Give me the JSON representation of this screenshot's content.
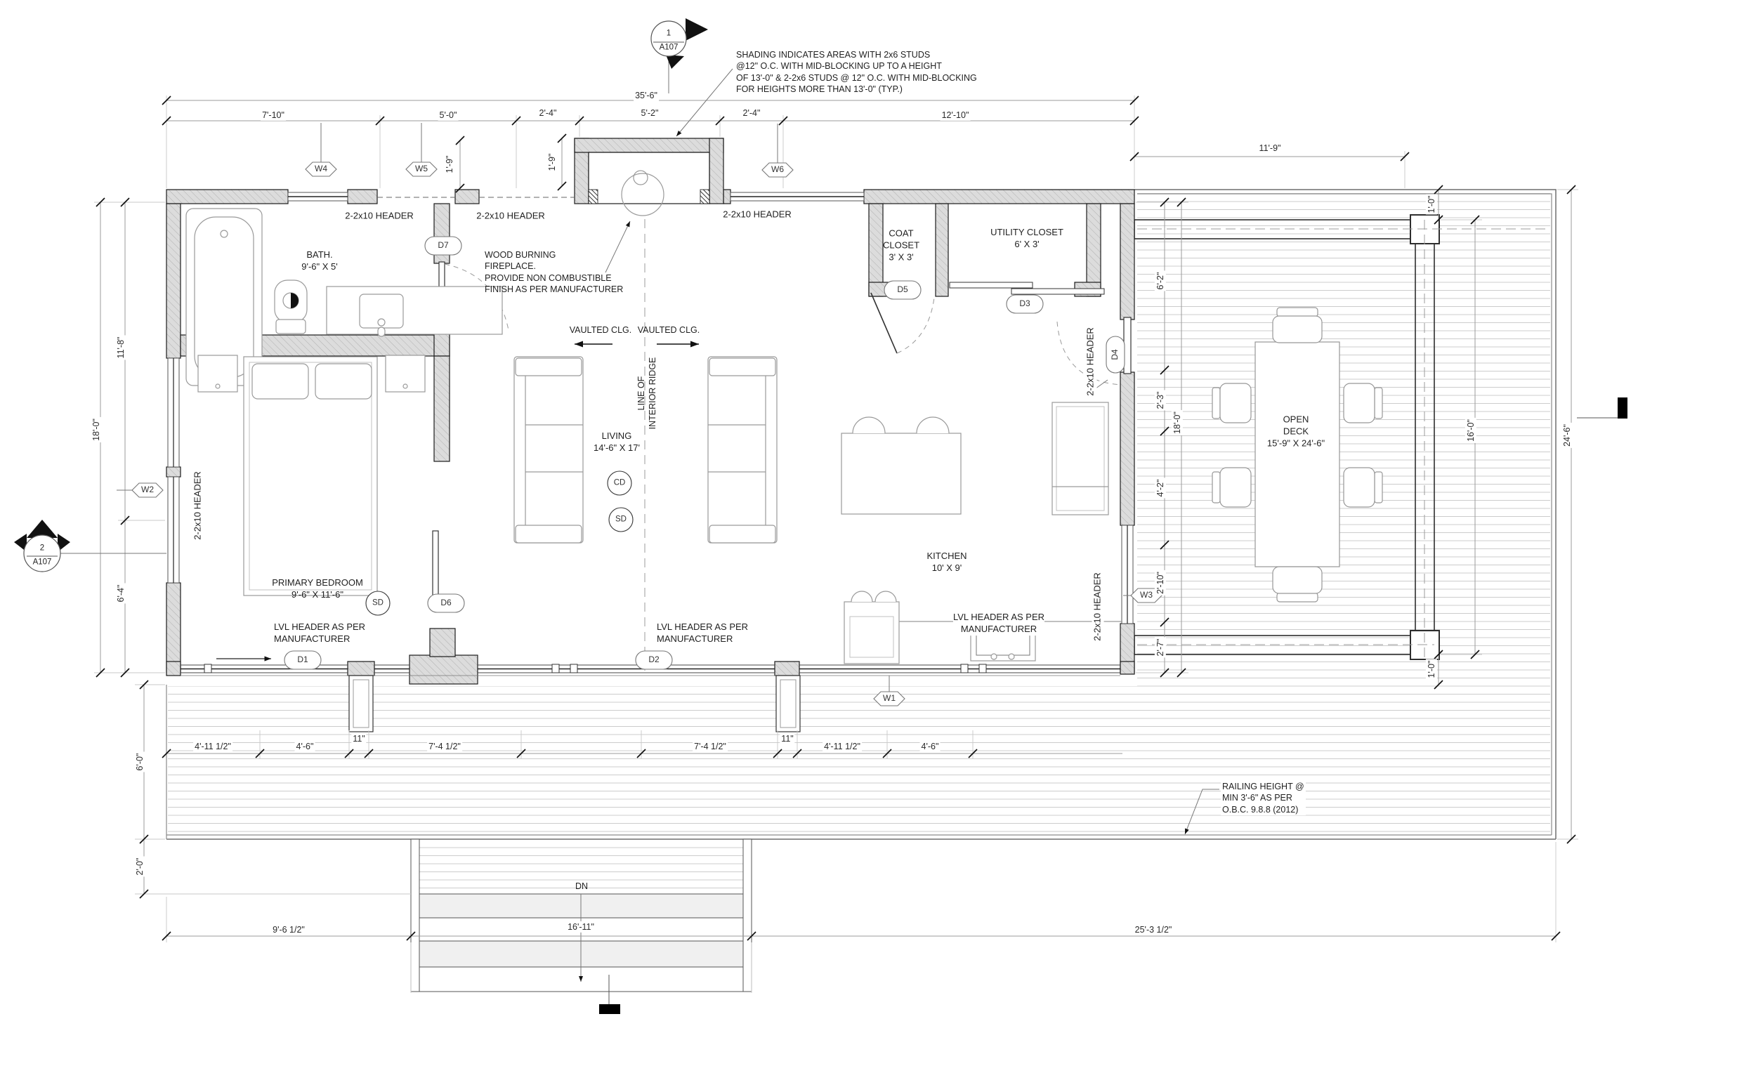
{
  "notes": {
    "shading1": "SHADING INDICATES AREAS WITH 2x6 STUDS",
    "shading2": "@12\" O.C. WITH MID-BLOCKING UP TO A HEIGHT",
    "shading3": "OF 13'-0\" & 2-2x6 STUDS @ 12\" O.C. WITH MID-BLOCKING",
    "shading4": "FOR HEIGHTS MORE THAN 13'-0\" (TYP.)",
    "fireplace1": "WOOD BURNING",
    "fireplace2": "FIREPLACE.",
    "fireplace3": "PROVIDE NON COMBUSTIBLE",
    "fireplace4": "FINISH AS PER MANUFACTURER",
    "railing1": "RAILING HEIGHT @",
    "railing2": "MIN 3'-6\" AS PER",
    "railing3": "O.B.C. 9.8.8 (2012)",
    "vaulted": "VAULTED CLG.",
    "ridge1": "LINE OF",
    "ridge2": "INTERIOR RIDGE",
    "dn": "DN"
  },
  "rooms": {
    "bath_name": "BATH.",
    "bath_size": "9'-6\" X 5'",
    "bedroom_name": "PRIMARY BEDROOM",
    "bedroom_size": "9'-6\" X 11'-6\"",
    "living_name": "LIVING",
    "living_size": "14'-6\" X 17'",
    "kitchen_name": "KITCHEN",
    "kitchen_size": "10' X 9'",
    "coat1": "COAT",
    "coat2": "CLOSET",
    "coat_size": "3' X 3'",
    "utility_name": "UTILITY CLOSET",
    "utility_size": "6' X 3'",
    "deck1": "OPEN",
    "deck2": "DECK",
    "deck_size": "15'-9\" X 24'-6\""
  },
  "headers": {
    "h210": "2-2x10 HEADER",
    "lvl1": "LVL HEADER AS PER",
    "lvl2": "MANUFACTURER"
  },
  "tags": {
    "w1": "W1",
    "w2": "W2",
    "w3": "W3",
    "w4": "W4",
    "w5": "W5",
    "w6": "W6",
    "d1": "D1",
    "d2": "D2",
    "d3": "D3",
    "d4": "D4",
    "d5": "D5",
    "d6": "D6",
    "d7": "D7",
    "sd": "SD",
    "cd": "CD"
  },
  "markers": {
    "m1_num": "1",
    "m1_sheet": "A107",
    "m2_num": "2",
    "m2_sheet": "A107"
  },
  "dims": {
    "overall_top": "35'-6\"",
    "top": [
      "7'-10\"",
      "5'-0\"",
      "2'-4\"",
      "5'-2\"",
      "2'-4\"",
      "12'-10\""
    ],
    "deck_top": "11'-9\"",
    "left": [
      "11'-8\"",
      "18'-0\"",
      "6'-4\""
    ],
    "left_lower": [
      "6'-0\"",
      "2'-0\""
    ],
    "right_inner": [
      "6'-2\"",
      "2'-3\"",
      "4'-2\"",
      "2'-10\"",
      "2'-7\""
    ],
    "right_outer": "18'-0\"",
    "deck_right": "16'-0\"",
    "far_right": "24'-6\"",
    "one_foot": "1'-0\"",
    "one_nine": "1'-9\"",
    "bottom": [
      "4'-11 1/2\"",
      "4'-6\"",
      "11\"",
      "7'-4 1/2\"",
      "7'-4 1/2\"",
      "11\"",
      "4'-11 1/2\"",
      "4'-6\""
    ],
    "base": [
      "9'-6 1/2\"",
      "16'-11\"",
      "25'-3 1/2\""
    ]
  }
}
